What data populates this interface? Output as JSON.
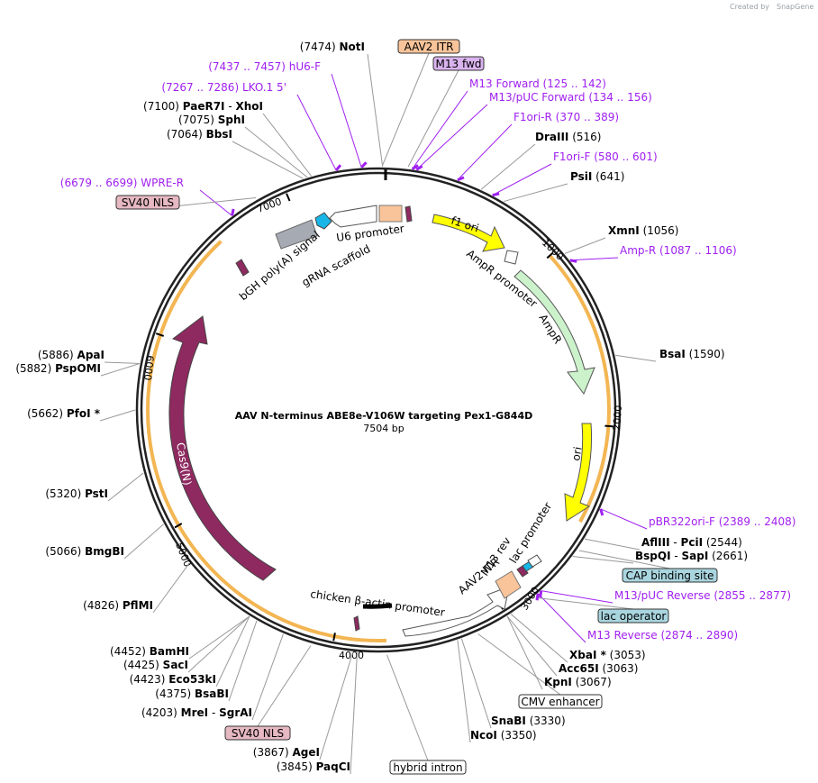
{
  "header": {
    "created_by": "Created by",
    "brand": "SnapGene"
  },
  "plasmid": {
    "name": "AAV N-terminus ABE8e-V106W targeting Pex1-G844D",
    "size": "7504 bp"
  },
  "ticks": [
    "1000",
    "2000",
    "3000",
    "4000",
    "5000",
    "6000",
    "7000"
  ],
  "sites": [
    {
      "pos": "(7474)",
      "name": "NotI"
    },
    {
      "pos": "(7100)",
      "name": "PaeR7I",
      "name2": "XhoI",
      "sep": "-"
    },
    {
      "pos": "(7075)",
      "name": "SphI"
    },
    {
      "pos": "(7064)",
      "name": "BbsI"
    },
    {
      "pos": "(516)",
      "name": "DraIII"
    },
    {
      "pos": "(641)",
      "name": "PsiI"
    },
    {
      "pos": "(1056)",
      "name": "XmnI"
    },
    {
      "pos": "(1590)",
      "name": "BsaI"
    },
    {
      "pos": "(2544)",
      "name": "AflIII",
      "name2": "PciI",
      "sep": "-"
    },
    {
      "pos": "(2661)",
      "name": "BspQI",
      "name2": "SapI",
      "sep": "-"
    },
    {
      "pos": "(3053)",
      "name": "XbaI *"
    },
    {
      "pos": "(3063)",
      "name": "Acc65I"
    },
    {
      "pos": "(3067)",
      "name": "KpnI"
    },
    {
      "pos": "(3330)",
      "name": "SnaBI"
    },
    {
      "pos": "(3350)",
      "name": "NcoI"
    },
    {
      "pos": "(3845)",
      "name": "PaqCI"
    },
    {
      "pos": "(3867)",
      "name": "AgeI"
    },
    {
      "pos": "(4203)",
      "name": "MreI",
      "name2": "SgrAI",
      "sep": "-"
    },
    {
      "pos": "(4375)",
      "name": "BsaBI"
    },
    {
      "pos": "(4423)",
      "name": "Eco53kI"
    },
    {
      "pos": "(4425)",
      "name": "SacI"
    },
    {
      "pos": "(4452)",
      "name": "BamHI"
    },
    {
      "pos": "(4826)",
      "name": "PflMI"
    },
    {
      "pos": "(5066)",
      "name": "BmgBI"
    },
    {
      "pos": "(5320)",
      "name": "PstI"
    },
    {
      "pos": "(5662)",
      "name": "PfoI *"
    },
    {
      "pos": "(5882)",
      "name": "PspOMI"
    },
    {
      "pos": "(5886)",
      "name": "ApaI"
    }
  ],
  "primers": [
    {
      "name": "hU6-F",
      "range": "(7437 .. 7457)"
    },
    {
      "name": "LKO.1 5'",
      "range": "(7267 .. 7286)"
    },
    {
      "name": "WPRE-R",
      "range": "(6679 .. 6699)"
    },
    {
      "name": "M13 Forward",
      "range": "(125 .. 142)"
    },
    {
      "name": "M13/pUC Forward",
      "range": "(134 .. 156)"
    },
    {
      "name": "F1ori-R",
      "range": "(370 .. 389)"
    },
    {
      "name": "F1ori-F",
      "range": "(580 .. 601)"
    },
    {
      "name": "Amp-R",
      "range": "(1087 .. 1106)"
    },
    {
      "name": "pBR322ori-F",
      "range": "(2389 .. 2408)"
    },
    {
      "name": "M13/pUC Reverse",
      "range": "(2855 .. 2877)"
    },
    {
      "name": "M13 Reverse",
      "range": "(2874 .. 2890)"
    }
  ],
  "boxed_features": [
    {
      "name": "AAV2 ITR",
      "color": "#f9c49a"
    },
    {
      "name": "M13 fwd",
      "color": "#d9b3ee"
    },
    {
      "name": "SV40 NLS",
      "color": "#e6b8c2"
    },
    {
      "name": "CAP binding site",
      "color": "#a9d5df"
    },
    {
      "name": "lac operator",
      "color": "#a9d5df"
    },
    {
      "name": "CMV enhancer",
      "color": "#ffffff"
    },
    {
      "name": "SV40 NLS",
      "color": "#e6b8c2"
    },
    {
      "name": "hybrid intron",
      "color": "#ffffff"
    }
  ],
  "inner_features": {
    "f1_ori": "f1 ori",
    "ampr_promoter": "AmpR promoter",
    "ampr": "AmpR",
    "ori": "ori",
    "m13_rev": "M13 rev",
    "lac_promoter": "lac promoter",
    "aav2_itr": "AAV2 ITR",
    "chicken_promoter": "chicken β-actin promoter",
    "cas9": "Cas9(N)",
    "bgh": "bGH poly(A) signal",
    "grna": "gRNA scaffold",
    "u6": "U6 promoter"
  },
  "colors": {
    "f1_ori": "#ffff00",
    "ampr": "#ccf2cc",
    "ori": "#ffff00",
    "cas9": "#8e2a60",
    "orange_band": "#f3b653",
    "aav_itr": "#f9c49a",
    "primer": "#a020f0",
    "sv40": "#8e2a60",
    "grey_block": "#a6abb3",
    "cyan_block": "#17b6e6"
  }
}
